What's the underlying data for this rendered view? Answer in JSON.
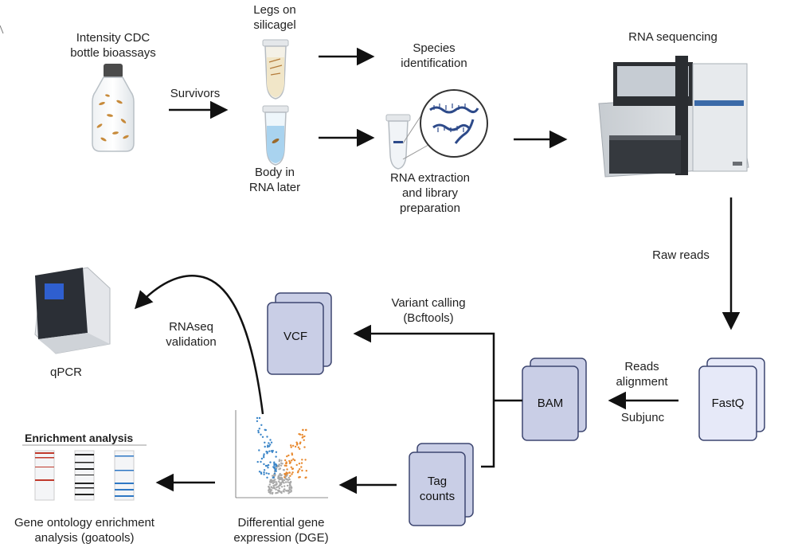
{
  "labels": {
    "cdc_bioassay": [
      "Intensity CDC",
      "bottle bioassays"
    ],
    "survivors": "Survivors",
    "legs_silicagel": [
      "Legs on",
      "silicagel"
    ],
    "body_rnalater": [
      "Body in",
      "RNA later"
    ],
    "species_identification": [
      "Species",
      "identification"
    ],
    "rna_extraction": [
      "RNA extraction",
      "and library",
      "preparation"
    ],
    "rna_sequencing": "RNA sequencing",
    "raw_reads": "Raw reads",
    "reads_alignment": [
      "Reads",
      "alignment"
    ],
    "subjunc": "Subjunc",
    "variant_calling": [
      "Variant calling",
      "(Bcftools)"
    ],
    "rnaseq_validation": [
      "RNAseq",
      "validation"
    ],
    "qpcr": "qPCR",
    "dge": [
      "Differential gene",
      "expression (DGE)"
    ],
    "gene_ontology": [
      "Gene ontology enrichment",
      "analysis (goatools)"
    ],
    "enrichment_title": "Enrichment analysis"
  },
  "boxes": {
    "fastq": "FastQ",
    "bam": "BAM",
    "vcf": "VCF",
    "tag_counts": [
      "Tag",
      "counts"
    ]
  },
  "colors": {
    "box_fill": "#c9cee6",
    "box_border": "#3d4670",
    "fastq_fill": "#e6e9f8",
    "arrow": "#111111",
    "volcano_blue": "#3c86c8",
    "volcano_orange": "#e8892e",
    "volcano_grey": "#a8a8a8"
  }
}
